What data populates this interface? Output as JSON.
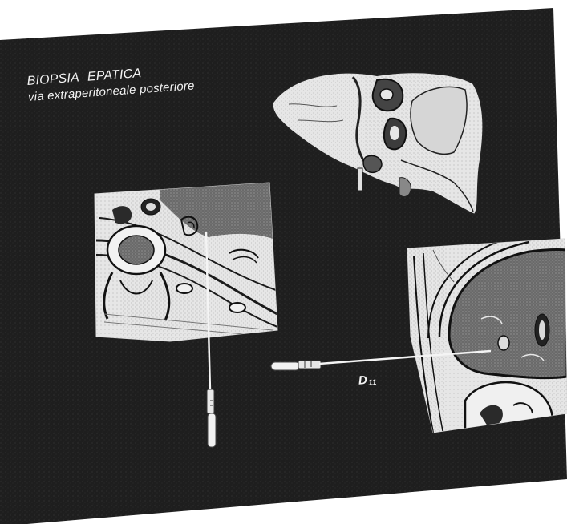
{
  "figure": {
    "title": "BIOPSIA  EPATICA",
    "subtitle": "via extraperitoneale posteriore",
    "level_label": {
      "main": "D",
      "sub": "11"
    }
  },
  "colors": {
    "background": "#1c1c1c",
    "paper": "#ffffff",
    "illustration": "#e8e8e8",
    "ink": "#222222"
  }
}
